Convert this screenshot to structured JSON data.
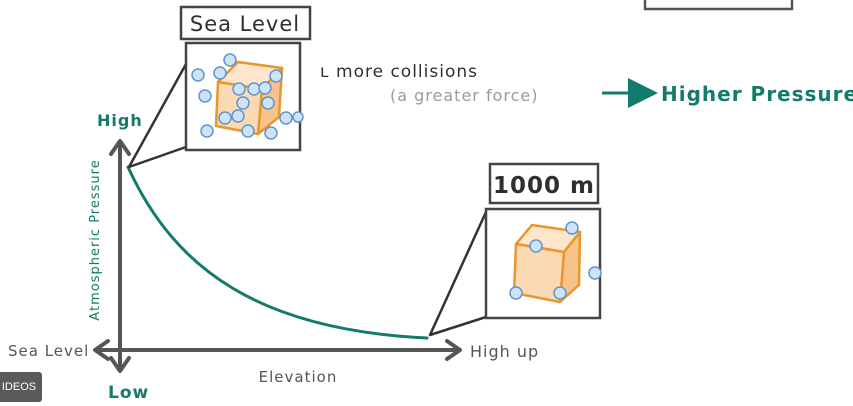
{
  "labels": {
    "box_sea_level_title": "Sea Level",
    "box_high_title": "1000 m",
    "note_collisions": "ʟ more collisions",
    "note_force": "(a greater force)",
    "note_pressure": "Higher Pressure",
    "y_high": "High",
    "y_low": "Low",
    "y_axis": "Atmospheric Pressure",
    "x_left": "Sea Level",
    "x_right": "High up",
    "x_axis": "Elevation"
  },
  "badge": {
    "label": "IDEOS"
  },
  "colors": {
    "teal": "#147a6a",
    "orange": "#e8962e",
    "cube_fill": "#fbd9b3",
    "particle": "#cfe3f7",
    "particle_stroke": "#5f95cf",
    "axis": "#555555"
  }
}
